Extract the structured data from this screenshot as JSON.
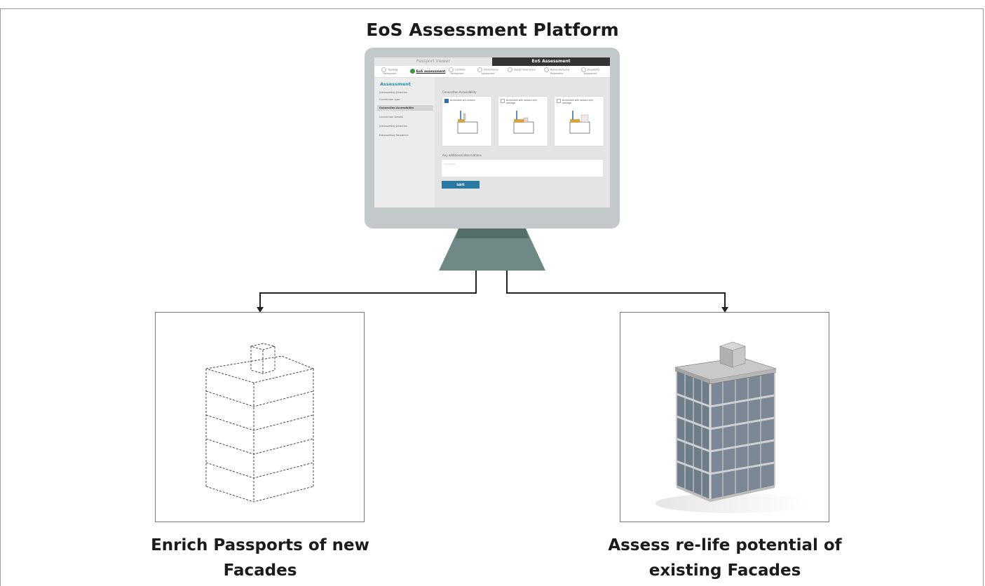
{
  "title": "EoS Assessment Platform",
  "screen": {
    "tabs": [
      "Passport Viewer",
      "EoS Assessment"
    ],
    "steps": [
      {
        "label": "Typology Assessment",
        "active": false
      },
      {
        "label": "EoS assessment",
        "active": true
      },
      {
        "label": "Condition Assessment",
        "active": false
      },
      {
        "label": "Performance Assessment",
        "active": false
      },
      {
        "label": "Design Parameters",
        "active": false
      },
      {
        "label": "Remanufacturing Parameters",
        "active": false
      },
      {
        "label": "Reusability Assessment",
        "active": false
      }
    ],
    "sidebar_title": "Assessment",
    "sidebar_items": [
      {
        "label": "Disassembly Direction",
        "selected": false
      },
      {
        "label": "Connection type",
        "selected": false
      },
      {
        "label": "Connection Accessibility",
        "selected": true
      },
      {
        "label": "Connection Details",
        "selected": false
      },
      {
        "label": "Disassembly Direction",
        "selected": false
      },
      {
        "label": "Disassembly Sequence",
        "selected": false
      }
    ],
    "section_label": "Connection Accessibility",
    "options": [
      {
        "label": "Accessible w/o actions",
        "checked": true
      },
      {
        "label": "Accessible with actions w/o damage",
        "checked": false
      },
      {
        "label": "Accessible with actions w/o damage",
        "checked": false
      }
    ],
    "observations_label": "Any additional observations",
    "observations_placeholder": "Comments",
    "save_label": "SAVE"
  },
  "captions": {
    "left": "Enrich Passports of new Facades",
    "right": "Assess re-life potential of existing Facades"
  }
}
